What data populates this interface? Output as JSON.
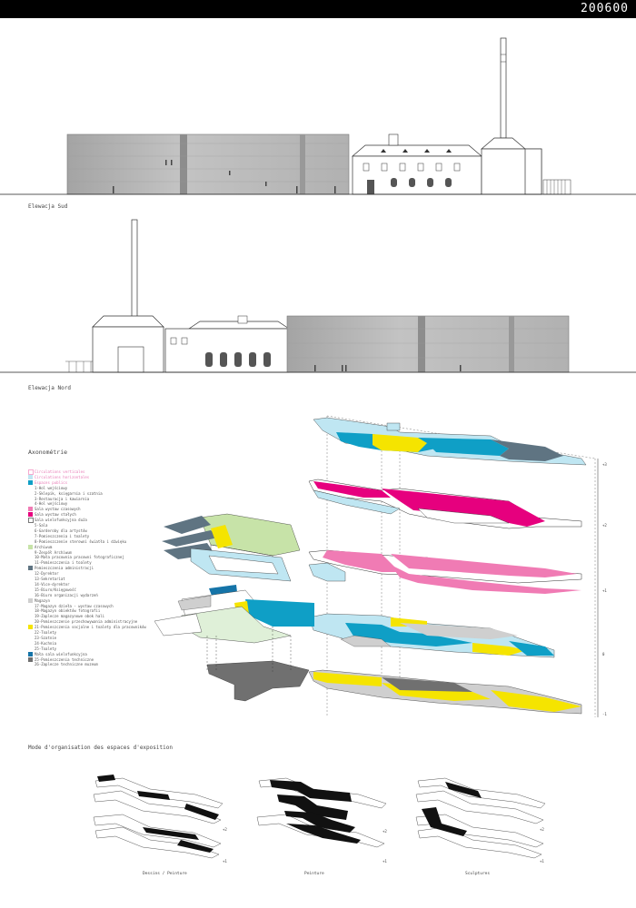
{
  "header": {
    "code": "200600"
  },
  "elevations": {
    "south_label": "Elewacja Sud",
    "north_label": "Elewacja Nord"
  },
  "axonometry": {
    "title": "Axonométrie",
    "level_labels": [
      "+3",
      "+2",
      "+1",
      "0",
      "-1"
    ],
    "legend": [
      {
        "id": "circ-v",
        "text": "Circulations verticales",
        "color": "#f6a9cf",
        "swatch": "dashed",
        "style": "pink"
      },
      {
        "id": "circ-h",
        "text": "Circulations horizontales",
        "color": "#bfe6f2",
        "swatch": "fill",
        "style": "pink"
      },
      {
        "id": "pub",
        "text": "Espaces publics",
        "color": "#0f9fc6",
        "swatch": "fill",
        "style": "pink"
      },
      {
        "id": "l1",
        "text": "1-Hol wejściowy",
        "swatch": "none"
      },
      {
        "id": "l2",
        "text": "2-Sklepik, księgarnia i szatnia",
        "swatch": "none"
      },
      {
        "id": "l3",
        "text": "3-Restauracja i kawiarnia",
        "swatch": "none"
      },
      {
        "id": "l4",
        "text": "4-Hol wejściowy",
        "swatch": "none"
      },
      {
        "id": "sal1",
        "text": "Sala wystaw czasowych",
        "color": "#f07bb4",
        "swatch": "fill"
      },
      {
        "id": "sal2",
        "text": "Sala wystaw stałych",
        "color": "#e6007e",
        "swatch": "fill"
      },
      {
        "id": "sal3",
        "text": "Sala wielofunkcyjna duża",
        "color": "#ffffff",
        "swatch": "outline"
      },
      {
        "id": "l5",
        "text": "5-Sala",
        "swatch": "none"
      },
      {
        "id": "l6",
        "text": "6-Garderoby dla artystów",
        "swatch": "none"
      },
      {
        "id": "l7",
        "text": "7-Pomieszczenia i toalety",
        "swatch": "none"
      },
      {
        "id": "l8",
        "text": "8-Pomieszczenie sterowni światła i dźwięku",
        "swatch": "none"
      },
      {
        "id": "arch",
        "text": "Archiwum",
        "color": "#c7e3a8",
        "swatch": "fill"
      },
      {
        "id": "l9",
        "text": "9-Zespół Archiwum",
        "swatch": "none"
      },
      {
        "id": "l10",
        "text": "10-Mała pracownia pracowni fotograficznej",
        "swatch": "none"
      },
      {
        "id": "l11",
        "text": "11-Pomieszczenia i toalety",
        "swatch": "none"
      },
      {
        "id": "adm",
        "text": "Pomieszczenia administracji",
        "color": "#5f7482",
        "swatch": "fill"
      },
      {
        "id": "l12",
        "text": "12-Dyrektor",
        "swatch": "none"
      },
      {
        "id": "l13",
        "text": "13-Sekretariat",
        "swatch": "none"
      },
      {
        "id": "l14",
        "text": "14-Vice-dyrektor",
        "swatch": "none"
      },
      {
        "id": "l15",
        "text": "15-Biuro/Księgowość",
        "swatch": "none"
      },
      {
        "id": "l16",
        "text": "16-Biuro organizacji wydarzeń",
        "swatch": "none"
      },
      {
        "id": "mag",
        "text": "Magazyn",
        "color": "#cfcfcf",
        "swatch": "fill"
      },
      {
        "id": "l17",
        "text": "17-Magazyn dzieła - wystaw czasowych",
        "swatch": "none"
      },
      {
        "id": "l18",
        "text": "18-Magazyn obiektów fotografii",
        "swatch": "none"
      },
      {
        "id": "l19",
        "text": "19-Zaplecze magazynowe obok hali",
        "swatch": "none"
      },
      {
        "id": "l20",
        "text": "20-Pomieszczenie przechowywania administracyjne",
        "swatch": "none"
      },
      {
        "id": "yel",
        "text": "21-Pomieszczenia socjalne i toalety dla pracowników",
        "color": "#f5e400",
        "swatch": "fill"
      },
      {
        "id": "l22",
        "text": "22-Toalety",
        "swatch": "none"
      },
      {
        "id": "l23",
        "text": "23-Szatnie",
        "swatch": "none"
      },
      {
        "id": "l24",
        "text": "24-Kuchnia",
        "swatch": "none"
      },
      {
        "id": "l25",
        "text": "25-Toalety",
        "swatch": "none"
      },
      {
        "id": "msw",
        "text": "Mała sala wielofunkcyjna",
        "color": "#1574a8",
        "swatch": "fill"
      },
      {
        "id": "tech",
        "text": "25-Pomieszczenia techniczne",
        "color": "#707070",
        "swatch": "fill"
      },
      {
        "id": "l26",
        "text": "26-Zaplecze techniczne muzeum",
        "swatch": "none"
      }
    ]
  },
  "modes": {
    "title": "Mode d'organisation des espaces d'exposition",
    "items": [
      {
        "caption": "Dessins / Peinture",
        "level_top": "+2",
        "level_bottom": "+1"
      },
      {
        "caption": "Peinture",
        "level_top": "+2",
        "level_bottom": "+1"
      },
      {
        "caption": "Sculptures",
        "level_top": "+2",
        "level_bottom": "+1"
      }
    ]
  },
  "colors": {
    "cyan": "#0f9fc6",
    "light_blue": "#bfe6f2",
    "magenta": "#e6007e",
    "pink": "#f07bb4",
    "yellow": "#f5e400",
    "green": "#c7e3a8",
    "slate": "#5f7482",
    "grey": "#cfcfcf",
    "dark_grey": "#707070",
    "dark_blue": "#1574a8"
  }
}
